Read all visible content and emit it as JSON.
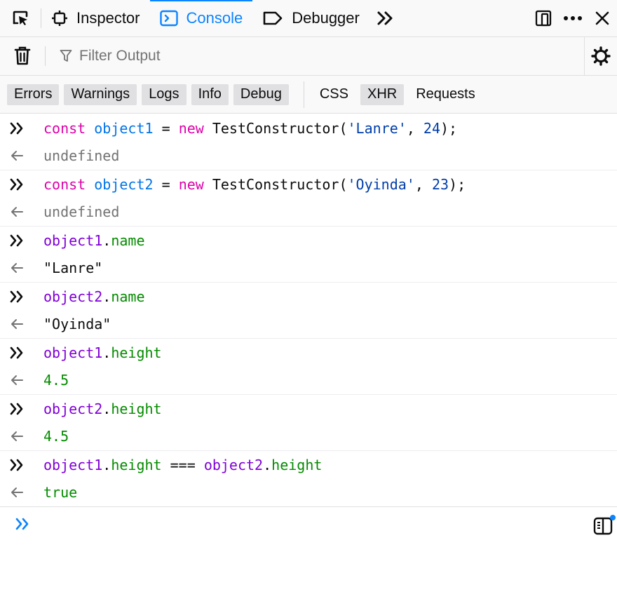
{
  "tabs": [
    {
      "label": "Inspector",
      "icon": "inspector-icon"
    },
    {
      "label": "Console",
      "icon": "console-icon",
      "selected": true
    },
    {
      "label": "Debugger",
      "icon": "debugger-icon"
    }
  ],
  "filter": {
    "placeholder": "Filter Output"
  },
  "categories": [
    {
      "label": "Errors",
      "on": true
    },
    {
      "label": "Warnings",
      "on": true
    },
    {
      "label": "Logs",
      "on": true
    },
    {
      "label": "Info",
      "on": true
    },
    {
      "label": "Debug",
      "on": true
    },
    {
      "label": "CSS",
      "on": false
    },
    {
      "label": "XHR",
      "on": true
    },
    {
      "label": "Requests",
      "on": false
    }
  ],
  "messages": [
    {
      "input": [
        {
          "t": "const",
          "c": "kw"
        },
        {
          "t": " ",
          "c": "plain"
        },
        {
          "t": "object1",
          "c": "var"
        },
        {
          "t": " = ",
          "c": "plain"
        },
        {
          "t": "new",
          "c": "kw"
        },
        {
          "t": " TestConstructor(",
          "c": "plain"
        },
        {
          "t": "'Lanre'",
          "c": "str"
        },
        {
          "t": ", ",
          "c": "plain"
        },
        {
          "t": "24",
          "c": "num"
        },
        {
          "t": ");",
          "c": "plain"
        }
      ],
      "result": {
        "text": "undefined",
        "type": "undef"
      }
    },
    {
      "input": [
        {
          "t": "const",
          "c": "kw"
        },
        {
          "t": " ",
          "c": "plain"
        },
        {
          "t": "object2",
          "c": "var"
        },
        {
          "t": " = ",
          "c": "plain"
        },
        {
          "t": "new",
          "c": "kw"
        },
        {
          "t": " TestConstructor(",
          "c": "plain"
        },
        {
          "t": "'Oyinda'",
          "c": "str"
        },
        {
          "t": ", ",
          "c": "plain"
        },
        {
          "t": "23",
          "c": "num"
        },
        {
          "t": ");",
          "c": "plain"
        }
      ],
      "result": {
        "text": "undefined",
        "type": "undef"
      }
    },
    {
      "input": [
        {
          "t": "object1",
          "c": "obj"
        },
        {
          "t": ".",
          "c": "plain"
        },
        {
          "t": "name",
          "c": "prop"
        }
      ],
      "result": {
        "text": "\"Lanre\"",
        "type": "str"
      }
    },
    {
      "input": [
        {
          "t": "object2",
          "c": "obj"
        },
        {
          "t": ".",
          "c": "plain"
        },
        {
          "t": "name",
          "c": "prop"
        }
      ],
      "result": {
        "text": "\"Oyinda\"",
        "type": "str"
      }
    },
    {
      "input": [
        {
          "t": "object1",
          "c": "obj"
        },
        {
          "t": ".",
          "c": "plain"
        },
        {
          "t": "height",
          "c": "prop"
        }
      ],
      "result": {
        "text": "4.5",
        "type": "num"
      }
    },
    {
      "input": [
        {
          "t": "object2",
          "c": "obj"
        },
        {
          "t": ".",
          "c": "plain"
        },
        {
          "t": "height",
          "c": "prop"
        }
      ],
      "result": {
        "text": "4.5",
        "type": "num"
      }
    },
    {
      "input": [
        {
          "t": "object1",
          "c": "obj"
        },
        {
          "t": ".",
          "c": "plain"
        },
        {
          "t": "height",
          "c": "prop"
        },
        {
          "t": " === ",
          "c": "plain"
        },
        {
          "t": "object2",
          "c": "obj"
        },
        {
          "t": ".",
          "c": "plain"
        },
        {
          "t": "height",
          "c": "prop"
        }
      ],
      "result": {
        "text": "true",
        "type": "bool"
      }
    }
  ],
  "colors": {
    "accent": "#0a84ff",
    "keyword": "#dd00a9",
    "variable": "#0074e8",
    "object": "#8000d7",
    "property": "#058b00",
    "string": "#003eaa"
  }
}
